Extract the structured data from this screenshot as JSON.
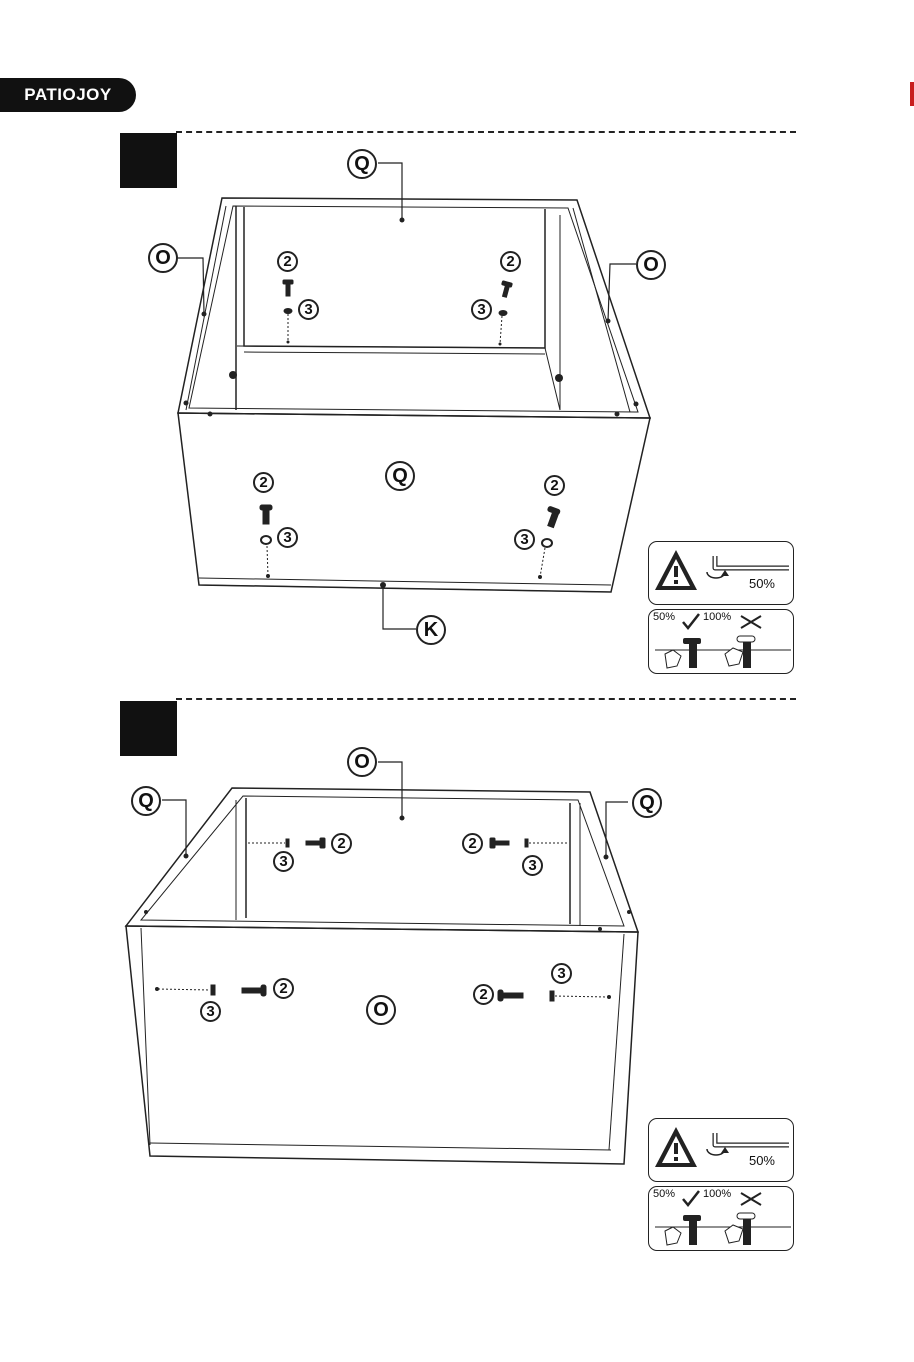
{
  "brand": {
    "logo_text": "PATIOJOY"
  },
  "steps": [
    {
      "callouts": {
        "top": "Q",
        "left": "O",
        "right": "O",
        "front": "Q",
        "bottom": "K"
      },
      "hardware": {
        "screw": "2",
        "washer": "3"
      },
      "warning": {
        "torque": "50%",
        "ok": "50%",
        "bad": "100%"
      }
    },
    {
      "callouts": {
        "top": "O",
        "left": "Q",
        "right": "Q",
        "front": "O"
      },
      "hardware": {
        "screw": "2",
        "washer": "3"
      },
      "warning": {
        "torque": "50%",
        "ok": "50%",
        "bad": "100%"
      }
    }
  ]
}
